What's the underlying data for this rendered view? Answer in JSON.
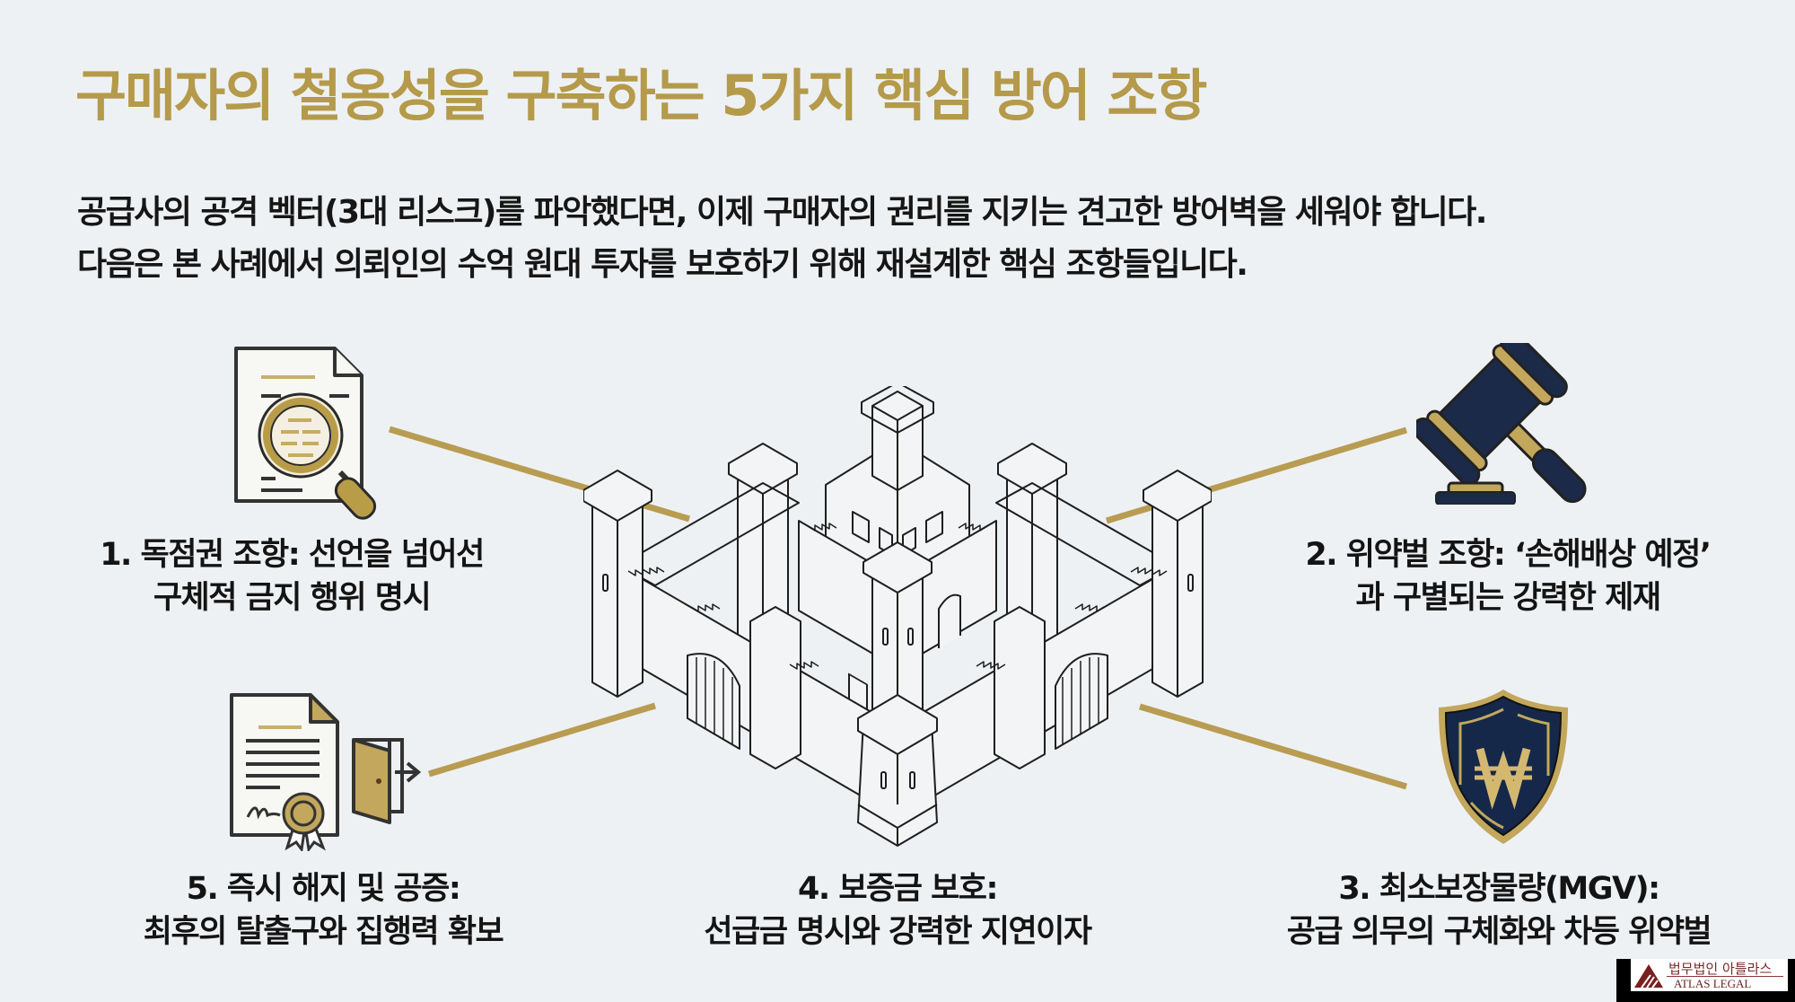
{
  "title": "구매자의 철옹성을 구축하는 5가지 핵심 방어 조항",
  "intro": {
    "line1": "공급사의 공격 벡터(3대 리스크)를 파악했다면, 이제 구매자의 권리를 지키는 견고한 방어벽을 세워야 합니다.",
    "line2": "다음은 본 사례에서 의뢰인의 수억 원대 투자를 보호하기 위해 재설계한 핵심 조항들입니다."
  },
  "center": {
    "icon": "castle-icon"
  },
  "clauses": [
    {
      "number": 1,
      "line1": "1. 독점권 조항: 선언을 넘어선",
      "line2": "구체적 금지 행위 명시",
      "icon": "document-magnifier-icon"
    },
    {
      "number": 2,
      "line1": "2. 위약벌 조항: ‘손해배상 예정’",
      "line2": "과 구별되는 강력한 제재",
      "icon": "gavel-icon"
    },
    {
      "number": 3,
      "line1": "3. 최소보장물량(MGV):",
      "line2": "공급 의무의 구체화와 차등 위약벌",
      "icon": "won-shield-icon"
    },
    {
      "number": 4,
      "line1": "4. 보증금 보호:",
      "line2": "선급금 명시와 강력한 지연이자",
      "icon": "castle-gate-icon"
    },
    {
      "number": 5,
      "line1": "5. 즉시 해지 및 공증:",
      "line2": "최후의 탈출구와 집행력 확보",
      "icon": "certificate-exit-door-icon"
    }
  ],
  "logo": {
    "korean": "법무법인 아틀라스",
    "english": "ATLAS LEGAL"
  },
  "colors": {
    "gold": "#b49a4a",
    "navy": "#1b2a48",
    "text": "#141414",
    "background": "#eef1f3"
  }
}
